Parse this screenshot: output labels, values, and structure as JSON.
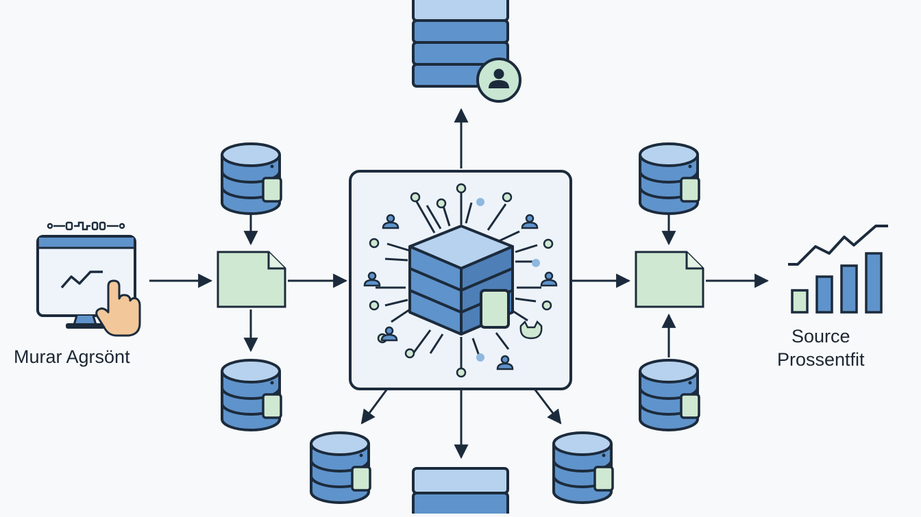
{
  "left_node": {
    "label": "Murar Agrsönt"
  },
  "right_node": {
    "label_line1": "Source",
    "label_line2": "Prossentfit"
  },
  "colors": {
    "outline": "#1c2b3c",
    "db_blue": "#5f93cb",
    "db_light": "#b6d2ee",
    "doc_green": "#cfe8d1",
    "hub_bg": "#edf3f9",
    "user_badge": "#c8e6d2"
  },
  "icons": {
    "left": "monitor-with-hand-pointer-icon",
    "right": "bar-chart-with-trend-line-icon",
    "hub": "stacked-cube-icon",
    "server": "server-stack-icon",
    "database": "database-cylinder-icon",
    "document": "document-icon",
    "user": "user-icon"
  }
}
